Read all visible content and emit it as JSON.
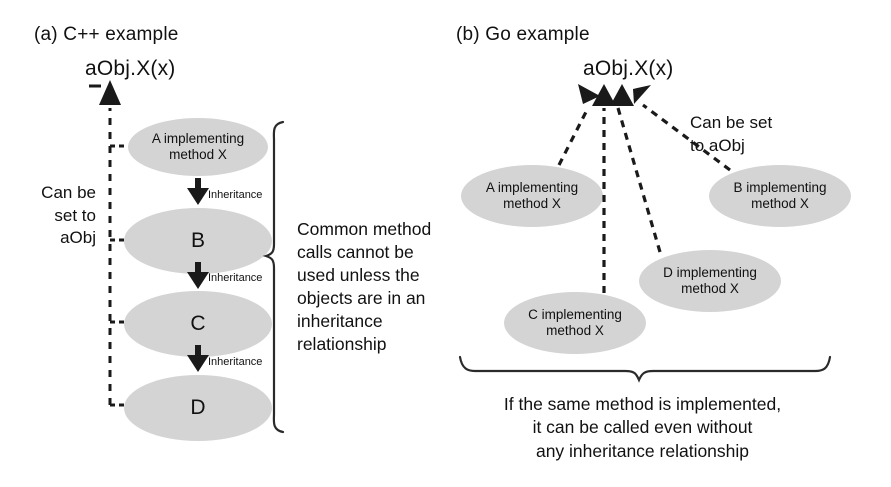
{
  "figure": {
    "background_color": "#ffffff",
    "ellipse_fill": "#d4d4d4",
    "line_color": "#1a1a1a"
  },
  "panel_a": {
    "title": "(a) C++ example",
    "call_expression": "aObj.X(x)",
    "left_note": "Can be\nset to\naObj",
    "nodes": [
      {
        "id": "A",
        "label": "A implementing\nmethod X"
      },
      {
        "id": "B",
        "label": "B"
      },
      {
        "id": "C",
        "label": "C"
      },
      {
        "id": "D",
        "label": "D"
      }
    ],
    "edge_labels": [
      "Inheritance",
      "Inheritance",
      "Inheritance"
    ],
    "brace_note": "Common method\ncalls cannot be\nused unless the\nobjects are in an\ninheritance\nrelationship"
  },
  "panel_b": {
    "title": "(b) Go example",
    "call_expression": "aObj.X(x)",
    "side_note": "Can be set\nto aObj",
    "nodes": [
      {
        "id": "A",
        "label": "A implementing\nmethod X"
      },
      {
        "id": "B",
        "label": "B implementing\nmethod X"
      },
      {
        "id": "C",
        "label": "C implementing\nmethod X"
      },
      {
        "id": "D",
        "label": "D implementing\nmethod X"
      }
    ],
    "bottom_note": "If the same method is implemented,\nit can be called even without\nany inheritance relationship"
  }
}
